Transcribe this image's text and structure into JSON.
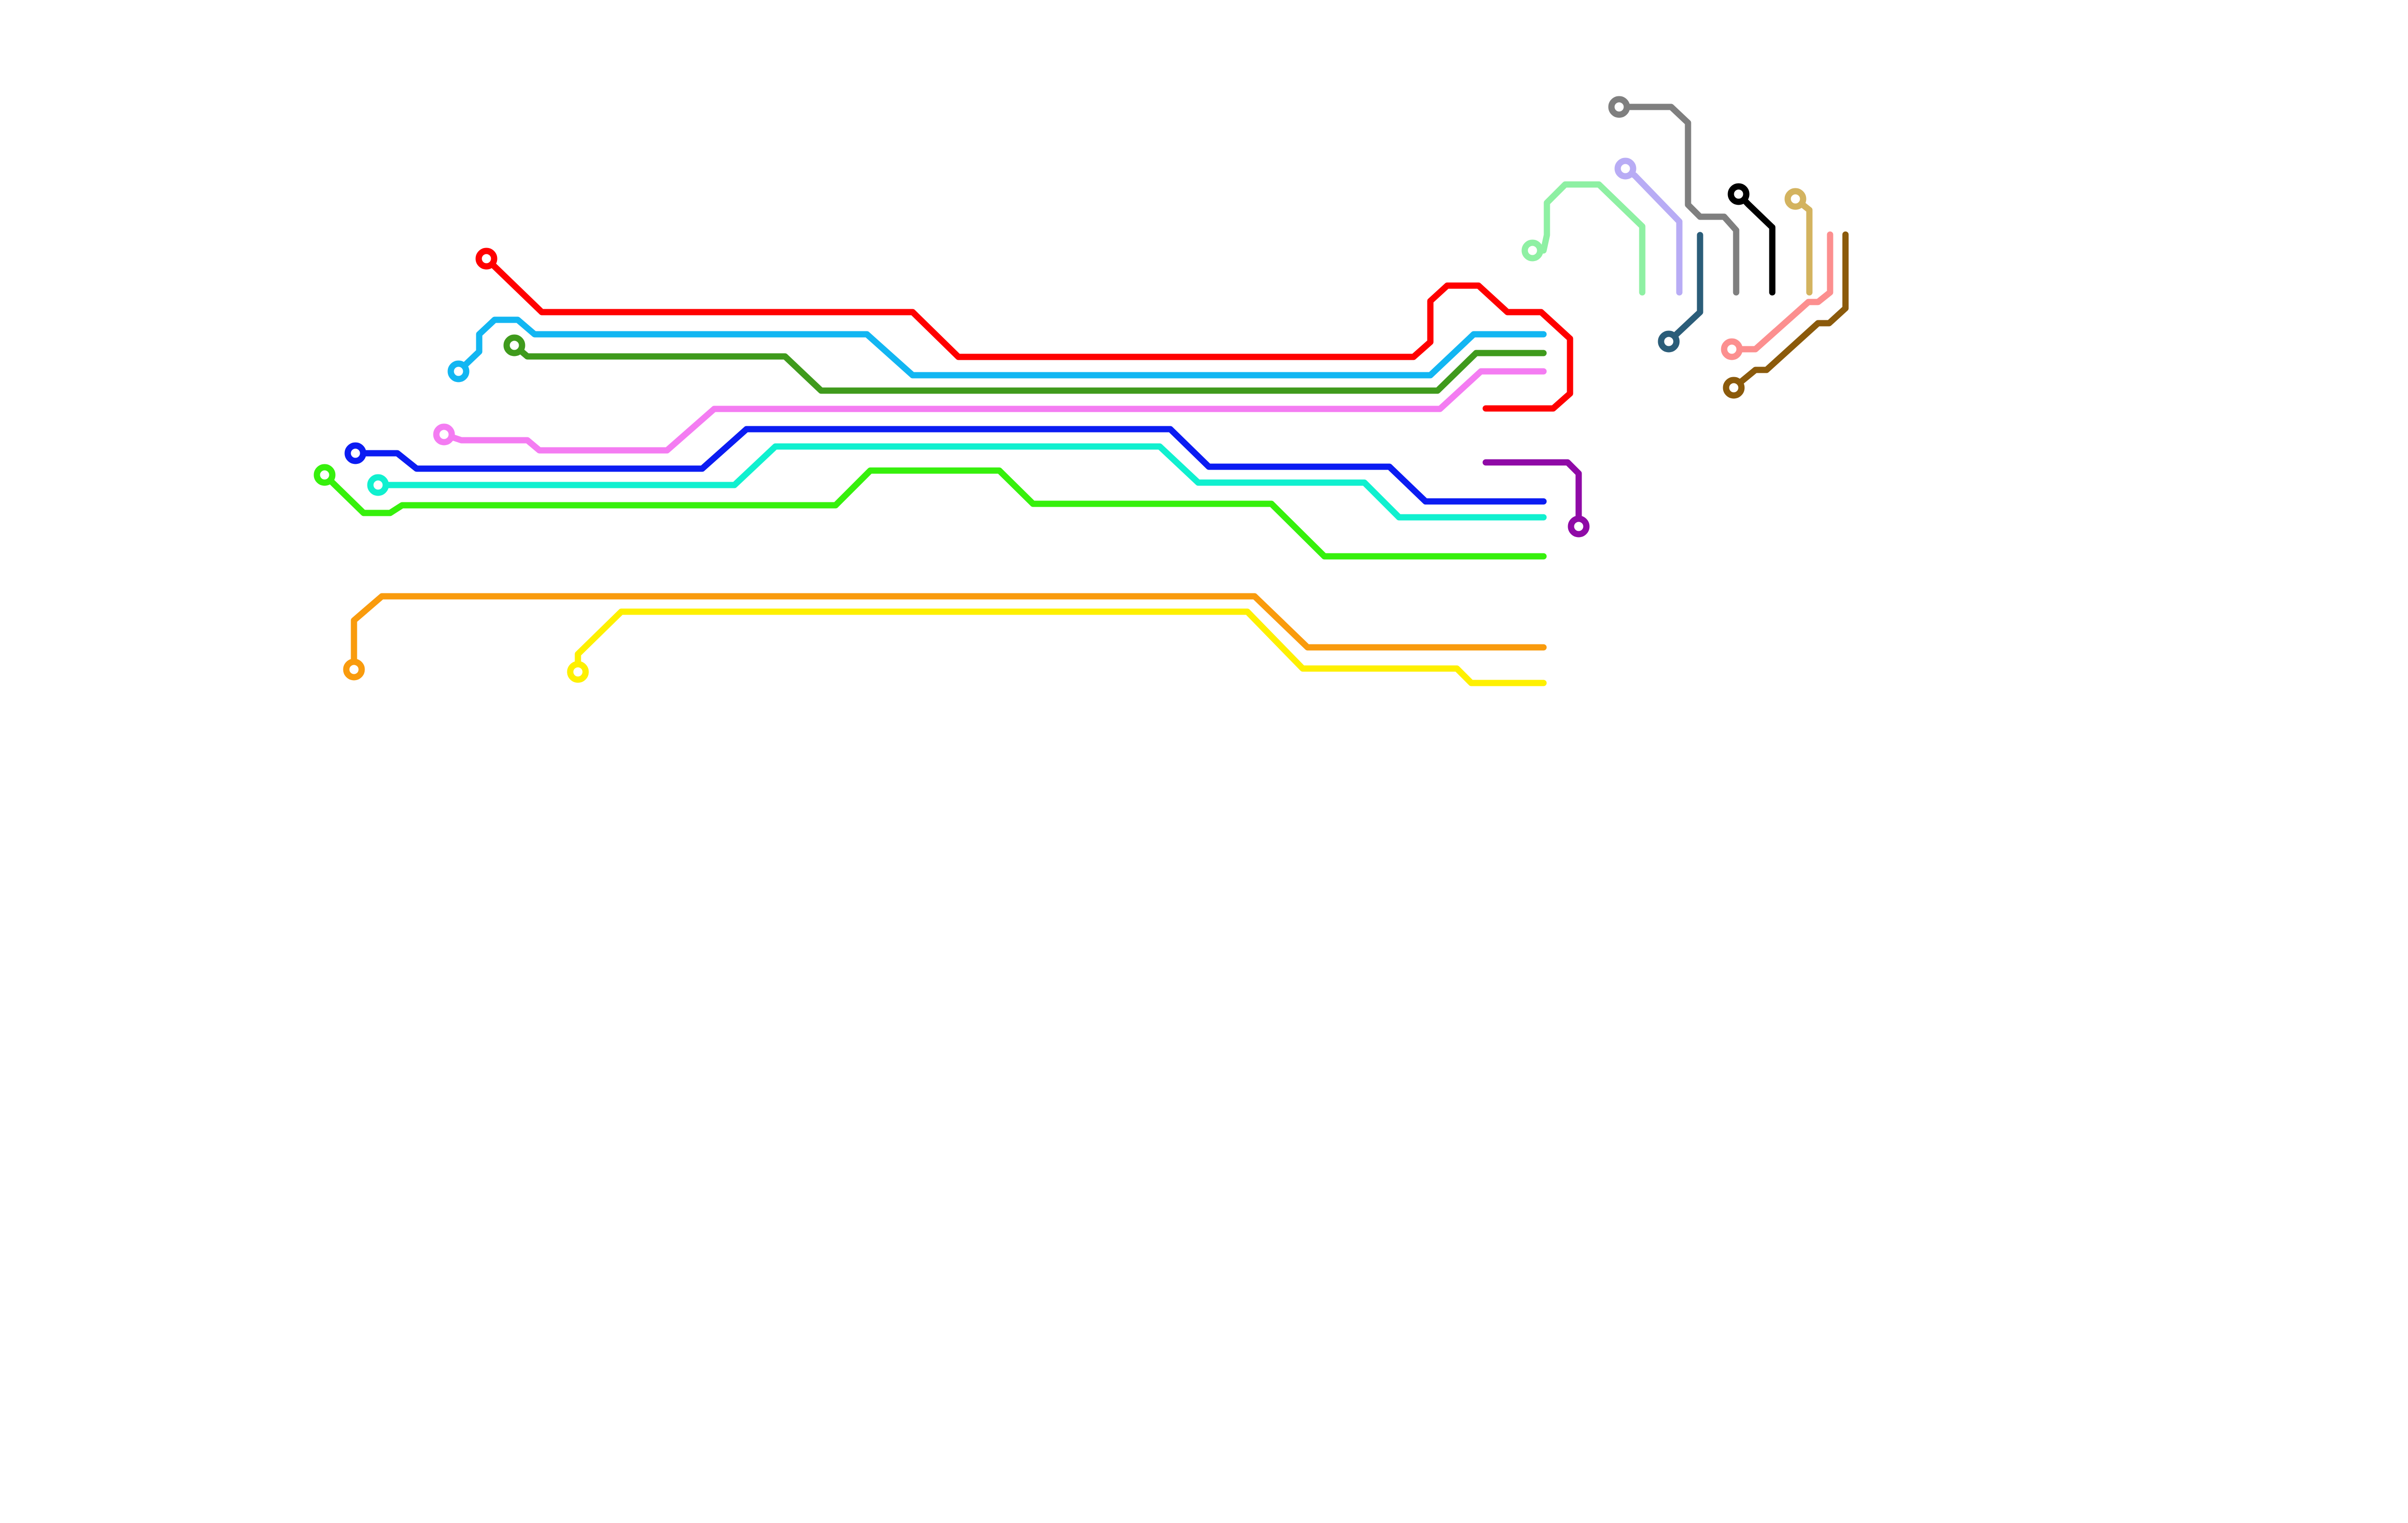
{
  "diagram": {
    "background": "#ffffff",
    "traces": [
      {
        "id": "red",
        "color": "#ff0000",
        "terminal": "start"
      },
      {
        "id": "sky-blue",
        "color": "#12b6f2",
        "terminal": "start"
      },
      {
        "id": "olive-green",
        "color": "#3f9a1c",
        "terminal": "start"
      },
      {
        "id": "pink",
        "color": "#f47cf2",
        "terminal": "start"
      },
      {
        "id": "blue",
        "color": "#0b1cf2",
        "terminal": "start"
      },
      {
        "id": "cyan",
        "color": "#10f0cf",
        "terminal": "start"
      },
      {
        "id": "green",
        "color": "#36f00c",
        "terminal": "start"
      },
      {
        "id": "purple",
        "color": "#8f0aa6",
        "terminal": "end"
      },
      {
        "id": "orange",
        "color": "#f99b0d",
        "terminal": "start"
      },
      {
        "id": "yellow",
        "color": "#fef000",
        "terminal": "start"
      },
      {
        "id": "gray",
        "color": "#7f7f7f",
        "terminal": "start"
      },
      {
        "id": "mint",
        "color": "#8ef0a3",
        "terminal": "start"
      },
      {
        "id": "lavender",
        "color": "#b8acf5",
        "terminal": "start"
      },
      {
        "id": "slate",
        "color": "#2b5d79",
        "terminal": "start"
      },
      {
        "id": "black",
        "color": "#000000",
        "terminal": "start"
      },
      {
        "id": "tan",
        "color": "#d3b35f",
        "terminal": "start"
      },
      {
        "id": "salmon",
        "color": "#fc8f8f",
        "terminal": "start"
      },
      {
        "id": "brown",
        "color": "#8b5a0b",
        "terminal": "start"
      }
    ]
  }
}
